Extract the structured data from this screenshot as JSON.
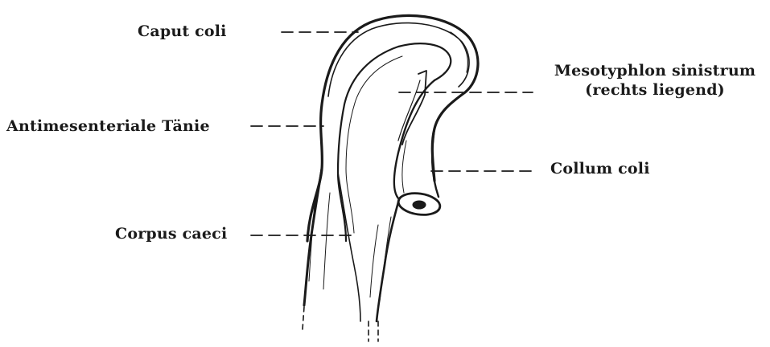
{
  "labels": {
    "caput_coli": "Caput coli",
    "antimesenteriale_taenie": "Antimesenteriale Tänie",
    "corpus_caeci": "Corpus caeci",
    "mesotyphlon_line1": "Mesotyphlon sinistrum",
    "mesotyphlon_line2": "(rechts liegend)",
    "collum_coli": "Collum coli"
  },
  "colors": {
    "ink": "#1a1a1a",
    "paper": "#ffffff"
  }
}
